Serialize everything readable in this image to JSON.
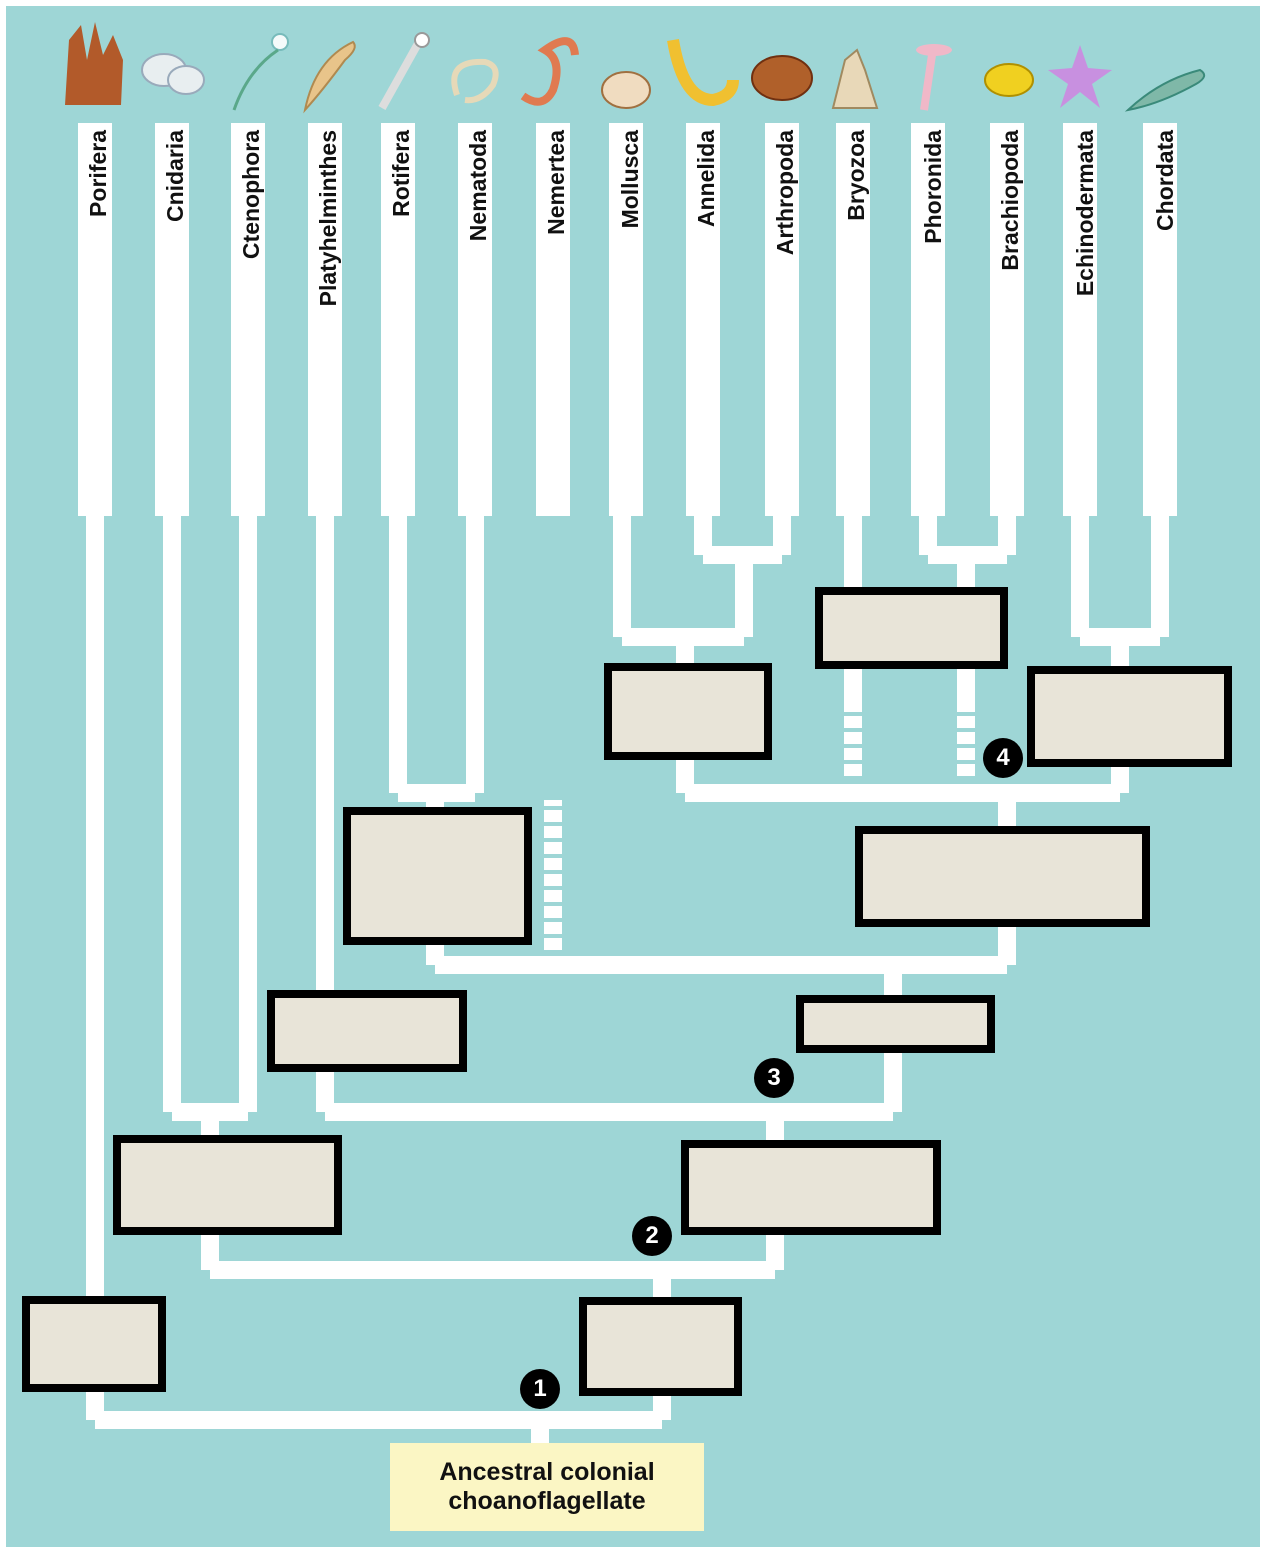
{
  "diagram": {
    "phyla": [
      "Porifera",
      "Cnidaria",
      "Ctenophora",
      "Platyhelminthes",
      "Rotifera",
      "Nematoda",
      "Nemertea",
      "Mollusca",
      "Annelida",
      "Arthropoda",
      "Bryozoa",
      "Phoronida",
      "Brachiopoda",
      "Echinodermata",
      "Chordata"
    ],
    "root_label_line1": "Ancestral colonial",
    "root_label_line2": "choanoflagellate",
    "nodes": [
      "1",
      "2",
      "3",
      "4"
    ],
    "colors": {
      "background": "#9ed6d6",
      "branch": "#ffffff",
      "blank_fill": "#e8e4d8",
      "blank_border": "#000000",
      "root_fill": "#fbf6c4"
    },
    "icons": [
      "sponge-icon",
      "jellyfish-icon",
      "comb-jelly-icon",
      "flatworm-icon",
      "rotifer-icon",
      "roundworm-icon",
      "ribbon-worm-icon",
      "shell-icon",
      "segmented-worm-icon",
      "crab-icon",
      "bryozoan-icon",
      "phoronid-icon",
      "lamp-shell-icon",
      "starfish-icon",
      "fish-icon"
    ]
  }
}
